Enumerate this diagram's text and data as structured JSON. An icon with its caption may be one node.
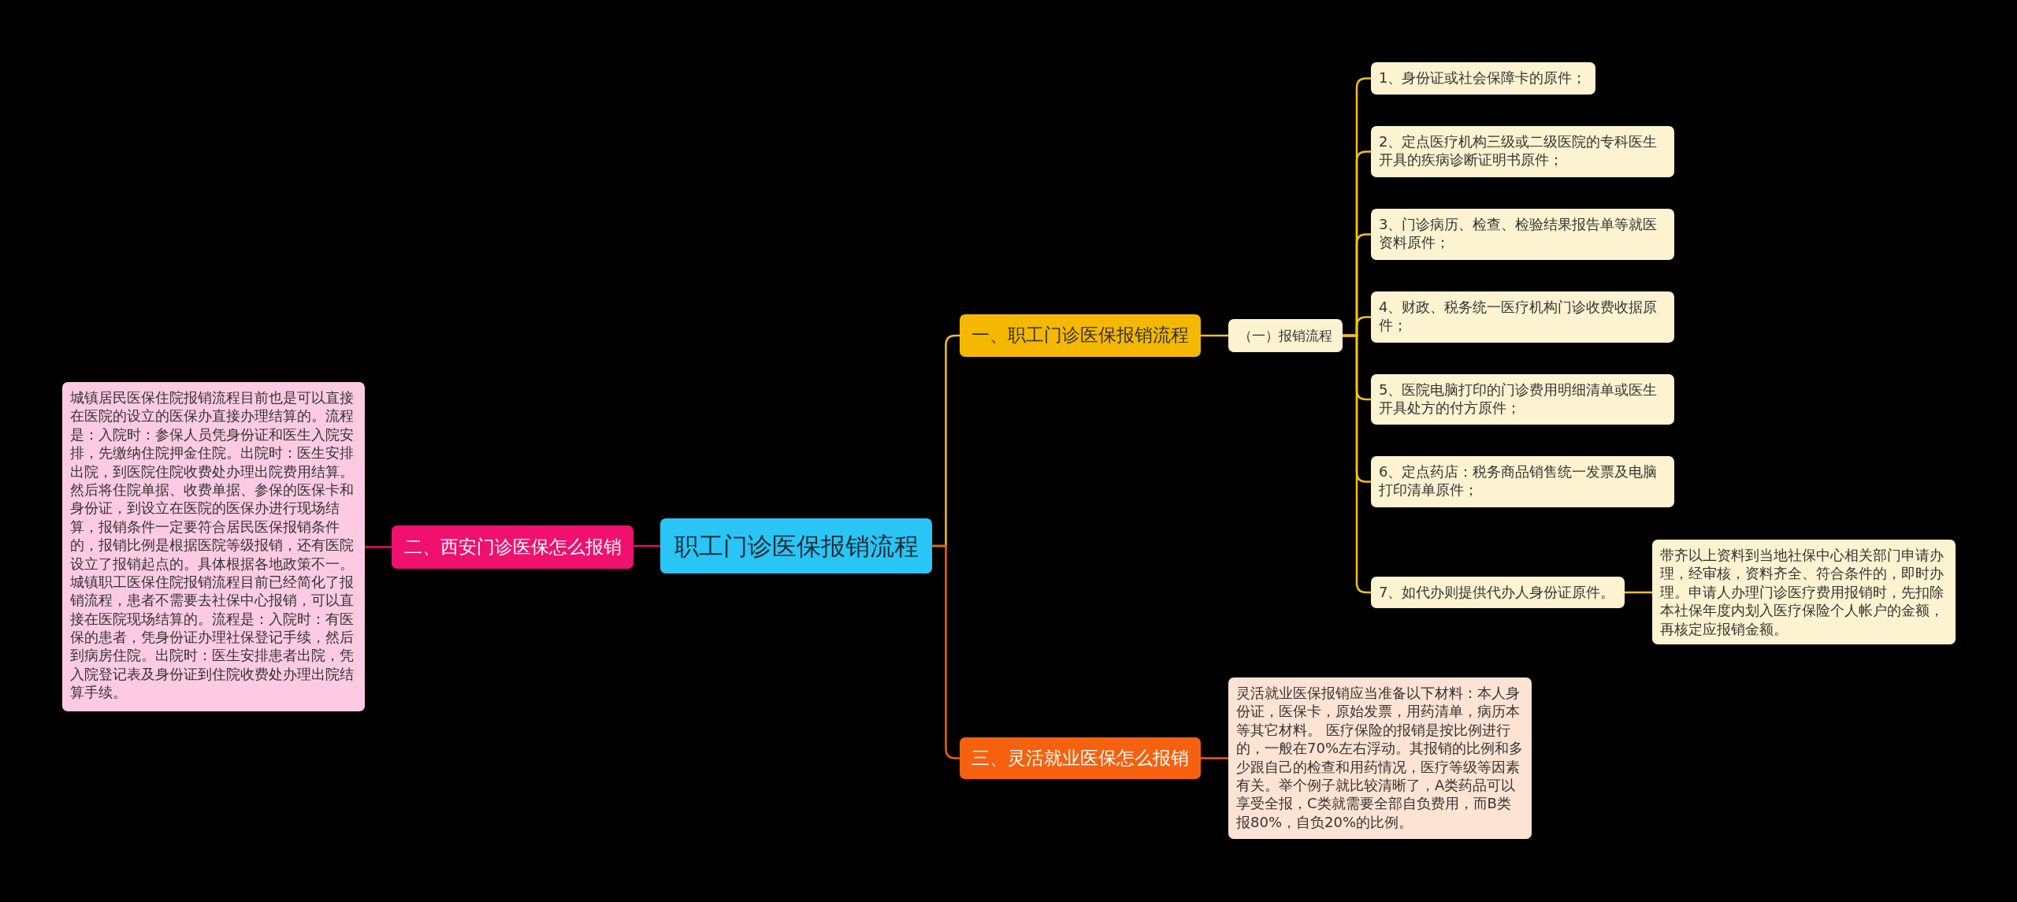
{
  "diagram": {
    "nodes": [
      {
        "text": [
          "职工门诊医保报销流程"
        ]
      },
      {
        "text": [
          "一、职工门诊医保报销流程"
        ]
      },
      {
        "text": [
          "（一）报销流程"
        ]
      },
      {
        "text": [
          "1、身份证或社会保障卡的原件；"
        ]
      },
      {
        "text": [
          "2、定点医疗机构三级或二级医院的专科医生开具的疾病诊断证明书原件；"
        ]
      },
      {
        "text": [
          "3、门诊病历、检查、检验结果报告单等就医资料原件；"
        ]
      },
      {
        "text": [
          "4、财政、税务统一医疗机构门诊收费收据原件；"
        ]
      },
      {
        "text": [
          "5、医院电脑打印的门诊费用明细清单或医生开具处方的付方原件；"
        ]
      },
      {
        "text": [
          "6、定点药店：税务商品销售统一发票及电脑打印清单原件；"
        ]
      },
      {
        "text": [
          "7、如代办则提供代办人身份证原件。"
        ]
      },
      {
        "text": [
          "带齐以上资料到当地社保中心相关部门申请办理，经审核，资料齐全、符合条件的，即时办理。申请人办理门诊医疗费用报销时，先扣除本社保年度内划入医疗保险个人帐户的金额，再核定应报销金额。"
        ]
      },
      {
        "text": [
          "三、灵活就业医保怎么报销"
        ]
      },
      {
        "text": [
          "灵活就业医保报销应当准备以下材料：本人身份证，医保卡，原始发票，用药清单，病历本等其它材料。 医疗保险的报销是按比例进行的，一般在70%左右浮动。其报销的比例和多少跟自己的检查和用药情况，医疗等级等因素有关。举个例子就比较清晰了，A类药品可以享受全报，C类就需要全部自负费用，而B类报80%，自负20%的比例。"
        ]
      },
      {
        "text": [
          "二、西安门诊医保怎么报销"
        ]
      },
      {
        "text": [
          "城镇居民医保住院报销流程目前也是可以直接在医院的设立的医保办直接办理结算的。流程是：入院时：参保人员凭身份证和医生入院安排，先缴纳住院押金住院。出院时：医生安排出院，到医院住院收费处办理出院费用结算。然后将住院单据、收费单据、参保的医保卡和身份证，到设立在医院的医保办进行现场结算，报销条件一定要符合居民医保报销条件的，报销比例是根据医院等级报销，还有医院设立了报销起点的。具体根据各地政策不一。城镇职工医保住院报销流程目前已经简化了报销流程，患者不需要去社保中心报销，可以直接在医院现场结算的。流程是：入院时：有医保的患者，凭身份证办理社保登记手续，然后到病房住院。出院时：医生安排患者出院，凭入院登记表及身份证到住院收费处办理出院结算手续。"
        ]
      }
    ],
    "edges": [
      {
        "from": 0,
        "to": 1,
        "arrow": "none"
      },
      {
        "from": 1,
        "to": 2,
        "arrow": "none"
      },
      {
        "from": 2,
        "to": 3,
        "arrow": "none"
      },
      {
        "from": 2,
        "to": 4,
        "arrow": "none"
      },
      {
        "from": 2,
        "to": 5,
        "arrow": "none"
      },
      {
        "from": 2,
        "to": 6,
        "arrow": "none"
      },
      {
        "from": 2,
        "to": 7,
        "arrow": "none"
      },
      {
        "from": 2,
        "to": 8,
        "arrow": "none"
      },
      {
        "from": 2,
        "to": 9,
        "arrow": "none"
      },
      {
        "from": 9,
        "to": 10,
        "arrow": "none"
      },
      {
        "from": 0,
        "to": 11,
        "arrow": "none",
        "color": "#e8601c"
      },
      {
        "from": 11,
        "to": 12,
        "arrow": "none",
        "color": "#e8601c"
      },
      {
        "from": 0,
        "to": 13,
        "arrow": "none",
        "color": "#e0106a"
      },
      {
        "from": 13,
        "to": 14,
        "arrow": "none",
        "color": "#e0106a"
      }
    ]
  }
}
